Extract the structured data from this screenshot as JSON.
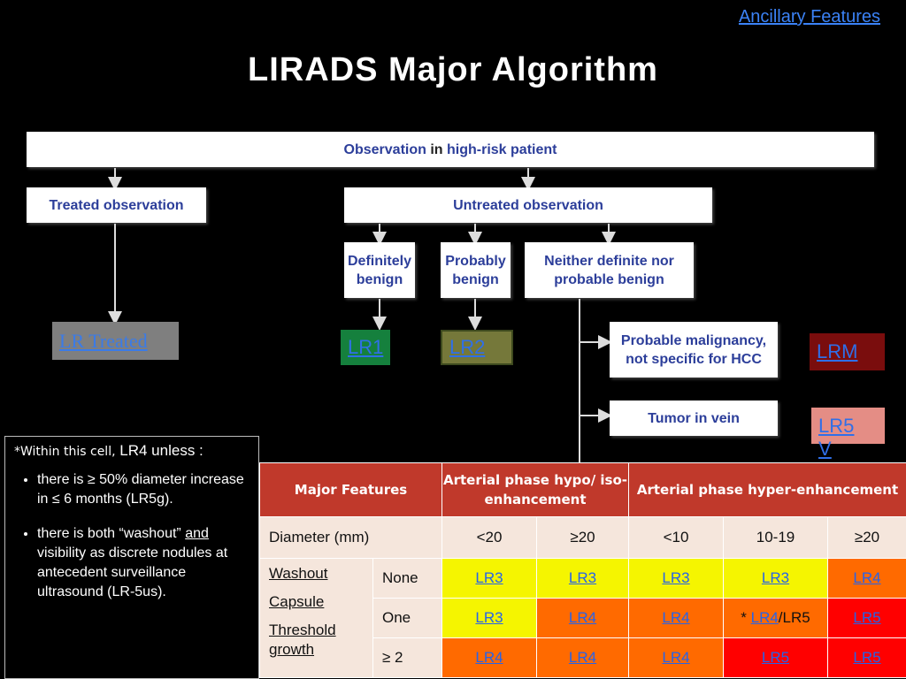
{
  "header": {
    "ancillary_link": "Ancillary Features",
    "title": "LIRADS  Major Algorithm"
  },
  "flowchart": {
    "observation_a": "Observation",
    "observation_in": "in",
    "observation_b": "high-risk patient",
    "treated": "Treated observation",
    "untreated": "Untreated observation",
    "definitely_benign": "Definitely benign",
    "probably_benign": "Probably benign",
    "neither": "Neither definite nor probable benign",
    "probable_malignancy": "Probable malignancy, not specific for HCC",
    "tumor_in_vein": "Tumor in vein"
  },
  "categories": {
    "lr_treated": "LR Treated",
    "lr1": "LR1",
    "lr2": "LR2",
    "lrm": "LRM",
    "lr5v_a": "LR5",
    "lr5v_b": "V"
  },
  "note": {
    "lead_a": "*Within this cell,",
    "lead_b": " LR4 unless :",
    "bullet1": "there is ≥ 50% diameter increase in ≤ 6 months (LR5g).",
    "bullet2_a": "there is both “washout” ",
    "bullet2_and": "and",
    "bullet2_b": " visibility as discrete nodules at antecedent surveillance ultrasound (LR-5us)."
  },
  "table": {
    "h_major": "Major Features",
    "h_hypo": "Arterial phase hypo/ iso-enhancement",
    "h_hyper": "Arterial phase hyper-enhancement",
    "diameter_label": "Diameter (mm)",
    "diameter_values": [
      "<20",
      "≥20",
      "<10",
      "10-19",
      "≥20"
    ],
    "features": [
      "Washout",
      "Capsule",
      "Threshold growth"
    ],
    "counts": [
      "None",
      "One",
      "≥ 2"
    ],
    "rows": [
      [
        "LR3",
        "LR3",
        "LR3",
        "LR3",
        "LR4"
      ],
      [
        "LR3",
        "LR4",
        "LR4",
        "LR4",
        "LR5"
      ],
      [
        "LR4",
        "LR4",
        "LR4",
        "LR5",
        "LR5"
      ]
    ],
    "special_prefix": "* ",
    "special_suffix": "/LR5",
    "colors": {
      "yellow": "#f5f500",
      "orange": "#ff6a00",
      "red": "#ff0000",
      "header": "#c0392b",
      "beige": "#f5e6dc"
    }
  }
}
